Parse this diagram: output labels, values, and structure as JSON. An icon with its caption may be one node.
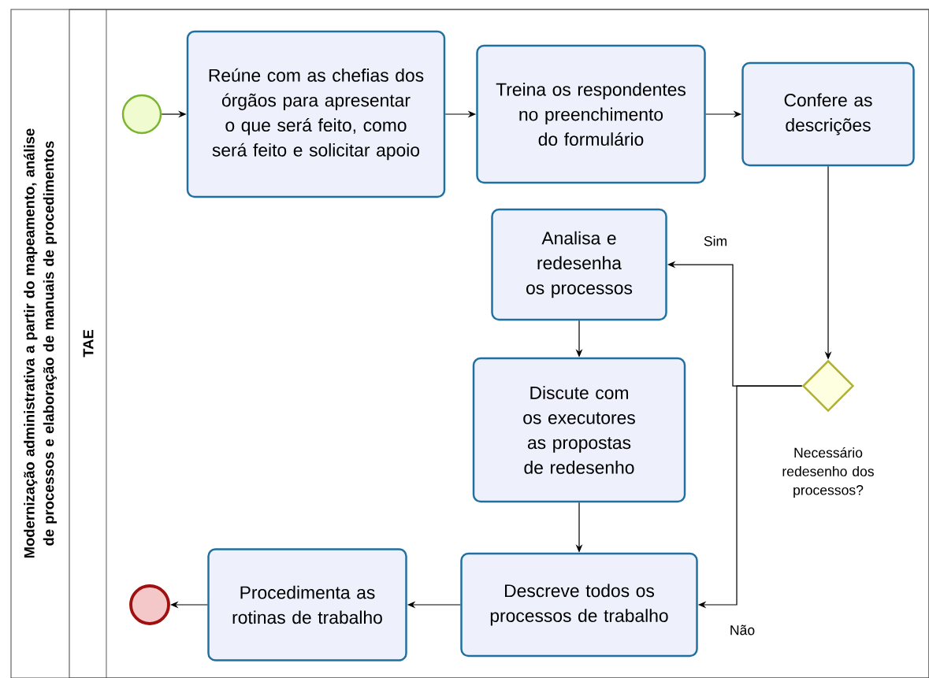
{
  "diagram": {
    "nodes": [
      {
        "text": [
          "Modernização administrativa a partir do mapeamento, análise de processos e elaboração de manuais de procedimentos"
        ]
      },
      {
        "text": [
          "TAE"
        ],
        "in": 0
      },
      {
        "text": [],
        "shape": "circle",
        "in": 1
      },
      {
        "text": [
          "Reúne com as chefias dos órgãos para apresentar o que será feito, como será feito e solicitar apoio"
        ],
        "in": 1
      },
      {
        "text": [
          "Treina os respondentes no preenchimento do formulário"
        ],
        "in": 1
      },
      {
        "text": [
          "Confere as descrições"
        ],
        "in": 1
      },
      {
        "text": [
          "Necessário redesenho dos processos?"
        ],
        "in": 1
      },
      {
        "text": [
          "Analisa e redesenha os processos"
        ],
        "in": 1
      },
      {
        "text": [
          "Discute com os executores as propostas de redesenho"
        ],
        "in": 1
      },
      {
        "text": [
          "Descreve todos os processos de trabalho"
        ],
        "in": 1
      },
      {
        "text": [
          "Procedimenta as rotinas de trabalho"
        ],
        "in": 1
      },
      {
        "text": [],
        "shape": "circle",
        "in": 1
      }
    ],
    "edges": [
      {
        "from": 2,
        "to": 3,
        "arrow": "to"
      },
      {
        "from": 3,
        "to": 4,
        "arrow": "to"
      },
      {
        "from": 4,
        "to": 5,
        "arrow": "to"
      },
      {
        "from": 5,
        "to": 6,
        "arrow": "to"
      },
      {
        "from": 6,
        "to": 7,
        "arrow": "to",
        "label": "Sim"
      },
      {
        "from": 6,
        "to": 9,
        "arrow": "to",
        "label": "Não"
      },
      {
        "from": 7,
        "to": 8,
        "arrow": "to"
      },
      {
        "from": 8,
        "to": 9,
        "arrow": "to"
      },
      {
        "from": 9,
        "to": 10,
        "arrow": "to"
      },
      {
        "from": 10,
        "to": 11,
        "arrow": "to"
      }
    ]
  }
}
